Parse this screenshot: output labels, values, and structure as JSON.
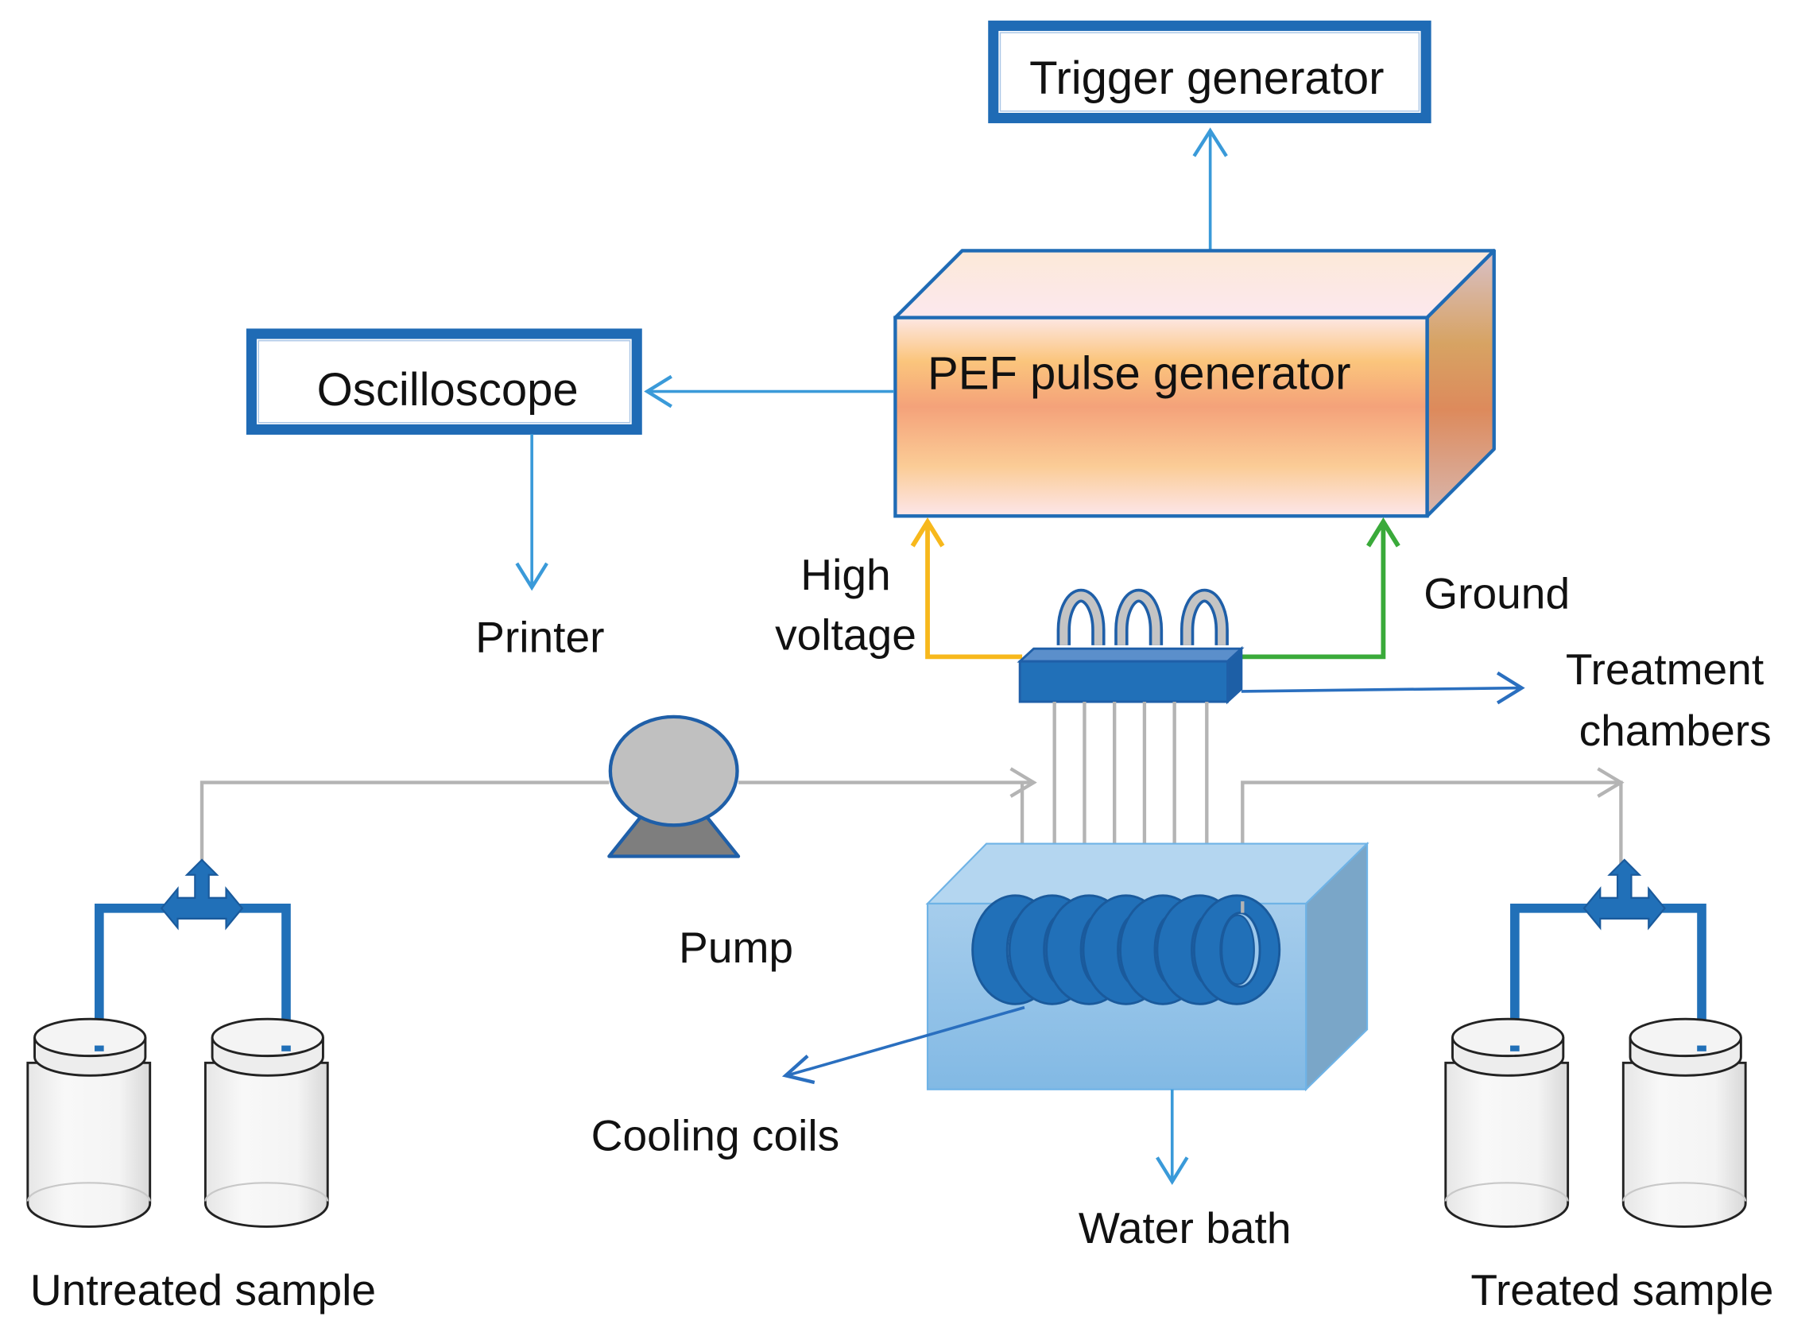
{
  "title": "PEF treatment system schematic",
  "labels": {
    "trigger_generator": "Trigger generator",
    "pef_pulse_generator": "PEF pulse generator",
    "oscilloscope": "Oscilloscope",
    "printer": "Printer",
    "high_voltage_line1": "High",
    "high_voltage_line2": "voltage",
    "ground": "Ground",
    "treatment_chambers_line1": "Treatment",
    "treatment_chambers_line2": "chambers",
    "pump": "Pump",
    "cooling_coils": "Cooling coils",
    "water_bath": "Water bath",
    "untreated_sample": "Untreated sample",
    "treated_sample": "Treated sample"
  },
  "colors": {
    "box_border": "#1f6bb5",
    "signal_arrow": "#3a9ad9",
    "high_voltage": "#f7b81c",
    "ground": "#3aaa3a",
    "tubing": "#b4b4b4",
    "water": "#8fc2e8",
    "coil": "#1f6bb5"
  },
  "counts": {
    "chamber_loops": 3,
    "coil_turns": 8
  }
}
